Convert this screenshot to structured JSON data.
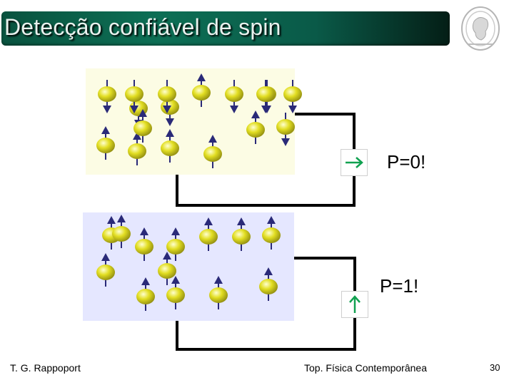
{
  "slide": {
    "title": "Detecção confiável de spin",
    "footer_left": "T. G. Rappoport",
    "footer_center": "Top. Física Contemporânea",
    "page_number": "30"
  },
  "top_setup": {
    "result_label": "P=0!",
    "meter_icon": "right-arrow-icon",
    "spins": [
      {
        "dir": "down"
      },
      {
        "dir": "up"
      },
      {
        "dir": "down"
      },
      {
        "dir": "down"
      },
      {
        "dir": "down"
      },
      {
        "dir": "down"
      },
      {
        "dir": "down"
      },
      {
        "dir": "up"
      },
      {
        "dir": "up"
      },
      {
        "dir": "up"
      },
      {
        "dir": "up"
      },
      {
        "dir": "up"
      },
      {
        "dir": "down"
      },
      {
        "dir": "down"
      },
      {
        "dir": "down"
      },
      {
        "dir": "up"
      },
      {
        "dir": "down"
      }
    ]
  },
  "bottom_setup": {
    "result_label": "P=1!",
    "meter_icon": "up-arrow-icon",
    "spins": [
      {
        "dir": "up"
      },
      {
        "dir": "up"
      },
      {
        "dir": "up"
      },
      {
        "dir": "up"
      },
      {
        "dir": "up"
      },
      {
        "dir": "up"
      },
      {
        "dir": "up"
      },
      {
        "dir": "up"
      },
      {
        "dir": "up"
      },
      {
        "dir": "up"
      },
      {
        "dir": "up"
      },
      {
        "dir": "up"
      },
      {
        "dir": "up"
      }
    ]
  },
  "colors": {
    "title_bar": "#0d6f55",
    "title_text": "#e9f1ee",
    "panel_top_bg": "#fcfce4",
    "panel_bottom_bg": "#e5e7ff",
    "spin_ball": "#e2de22",
    "spin_arrow": "#2a2a78",
    "meter_arrow": "#10a150",
    "wire": "#000000"
  }
}
